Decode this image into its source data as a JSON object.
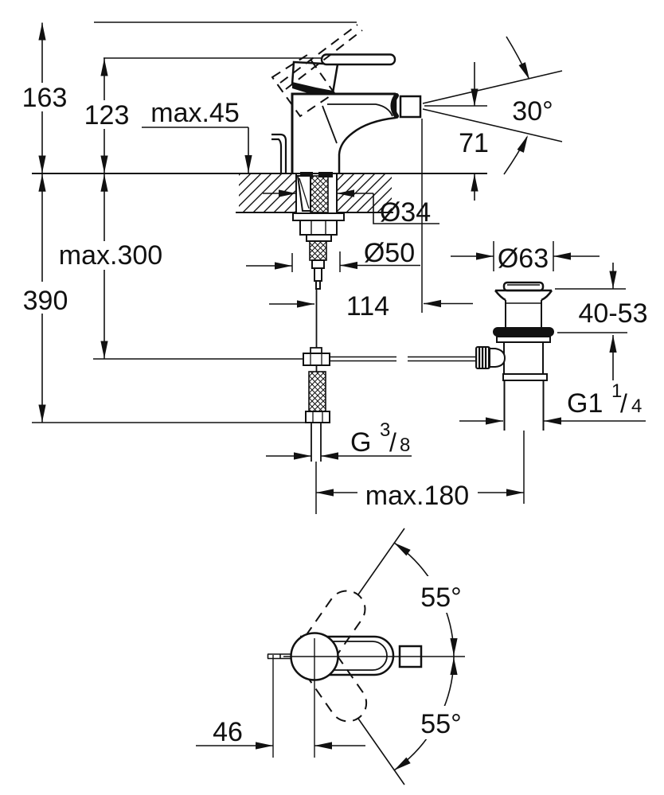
{
  "palette": {
    "ink": "#111111",
    "background": "#ffffff"
  },
  "views": {
    "front": {
      "name": "front elevation with installation section",
      "dims": {
        "total_height": "163",
        "lever_height": "123",
        "max_deck": "max.45",
        "spray_angle": "30°",
        "outlet_height": "71",
        "hole_dia": "Ø34",
        "base_dia": "Ø50",
        "spout_reach": "114",
        "max_rod": "max.300",
        "hose_length": "390",
        "waste_flange_dia": "Ø63",
        "waste_adjust": "40-53",
        "waste_thread": {
          "base": "G1",
          "sup": "1",
          "slash": "/",
          "sub": "4"
        },
        "supply_thread": {
          "base": "G",
          "sup": "3",
          "slash": "/",
          "sub": "8"
        },
        "max_rod_offset": "max.180"
      }
    },
    "top": {
      "name": "plan view with handle swivel range",
      "dims": {
        "swivel_upper": "55°",
        "swivel_lower": "55°",
        "rod_offset": "46"
      }
    }
  }
}
